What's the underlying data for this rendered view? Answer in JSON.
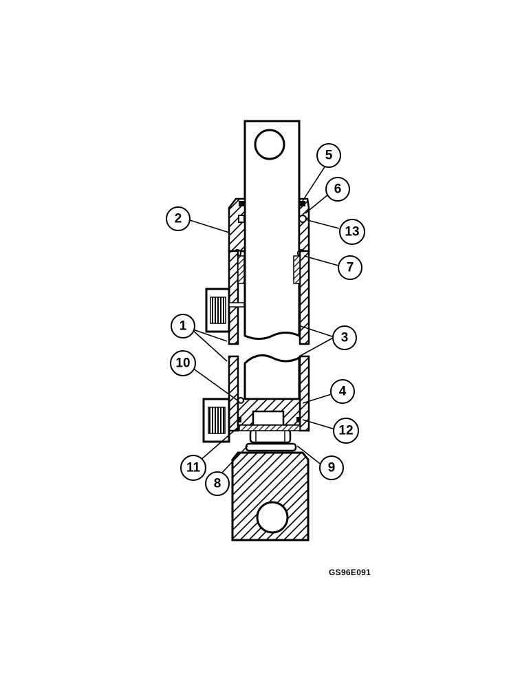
{
  "figure_code": "GS96E091",
  "callouts": [
    {
      "id": "c1",
      "label": "1"
    },
    {
      "id": "c2",
      "label": "2"
    },
    {
      "id": "c3",
      "label": "3"
    },
    {
      "id": "c4",
      "label": "4"
    },
    {
      "id": "c5",
      "label": "5"
    },
    {
      "id": "c6",
      "label": "6"
    },
    {
      "id": "c7",
      "label": "7"
    },
    {
      "id": "c8",
      "label": "8"
    },
    {
      "id": "c9",
      "label": "9"
    },
    {
      "id": "c10",
      "label": "10"
    },
    {
      "id": "c11",
      "label": "11"
    },
    {
      "id": "c12",
      "label": "12"
    },
    {
      "id": "c13",
      "label": "13"
    }
  ]
}
